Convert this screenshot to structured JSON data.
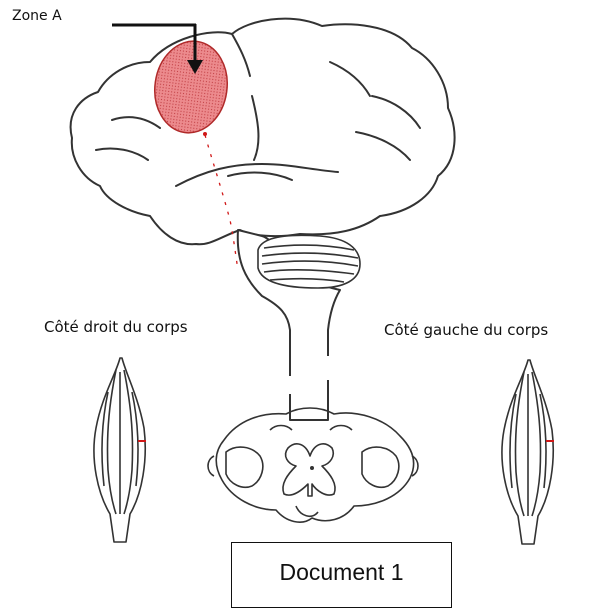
{
  "labels": {
    "zone": "Zone A",
    "right_side": "Côté droit du corps",
    "left_side": "Côté gauche du corps"
  },
  "caption": "Document 1",
  "colors": {
    "zone_fill": "#e8787c",
    "zone_stroke": "#b02a2a",
    "nerve_marker": "#d01818",
    "outline": "#3a3a3a"
  },
  "icons": [
    "brain-drawing",
    "cerebellum-drawing",
    "spinal-cord-cross-section",
    "muscle-drawing"
  ]
}
